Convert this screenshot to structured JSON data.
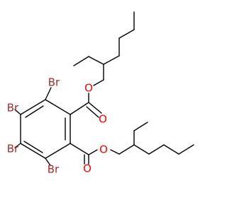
{
  "molecule": {
    "atoms": {
      "br_top": "Br",
      "br_upper_left": "Br",
      "br_lower_left": "Br",
      "br_bottom": "Br",
      "o_upper_ester": "O",
      "o_upper_carbonyl": "O",
      "o_lower_ester": "O",
      "o_lower_carbonyl": "O"
    },
    "colors": {
      "bond": "#000000",
      "bromine": "#a52a2a",
      "oxygen": "#ff0000"
    }
  }
}
